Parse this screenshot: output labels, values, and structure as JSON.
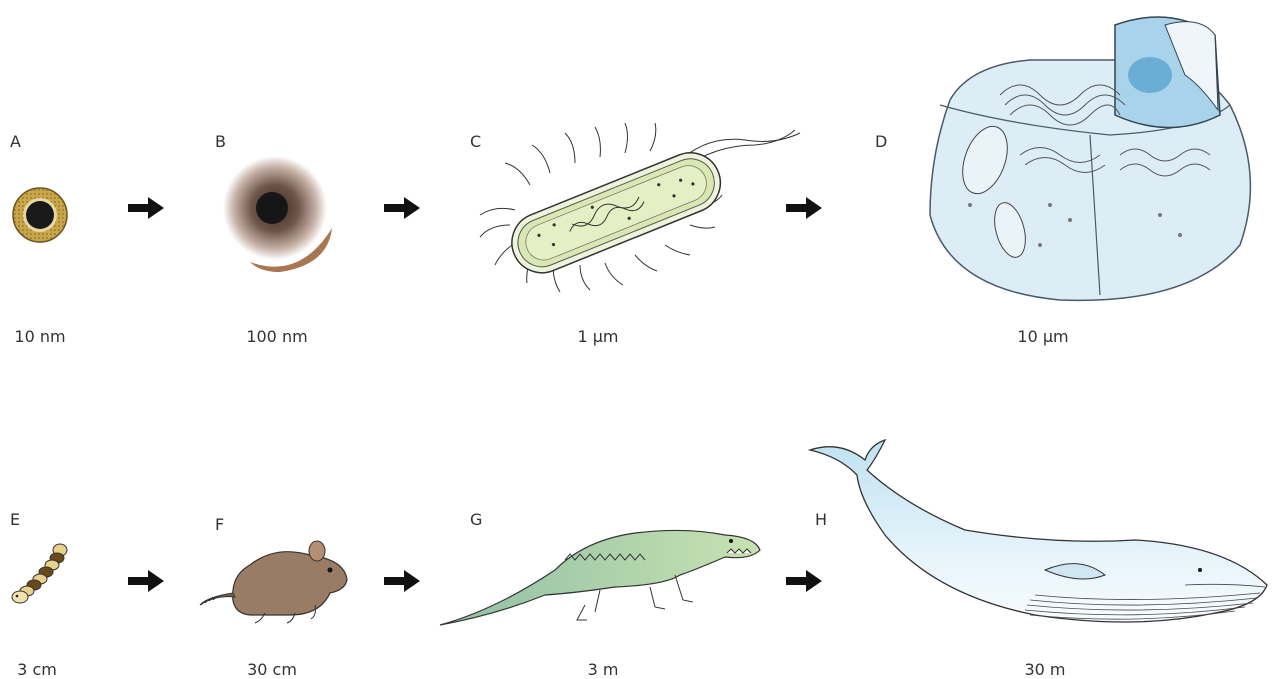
{
  "panels": [
    {
      "letter": "A",
      "scale": "10 nm",
      "subject": "virus-particle"
    },
    {
      "letter": "B",
      "scale": "100 nm",
      "subject": "large-virus"
    },
    {
      "letter": "C",
      "scale": "1 µm",
      "subject": "bacterium"
    },
    {
      "letter": "D",
      "scale": "10 µm",
      "subject": "eukaryotic-cell"
    },
    {
      "letter": "E",
      "scale": "3 cm",
      "subject": "larva"
    },
    {
      "letter": "F",
      "scale": "30 cm",
      "subject": "rodent"
    },
    {
      "letter": "G",
      "scale": "3 m",
      "subject": "crocodile"
    },
    {
      "letter": "H",
      "scale": "30 m",
      "subject": "blue-whale"
    }
  ],
  "colors": {
    "arrow": "#111111",
    "virus_shell": "#c9a64a",
    "virus_core": "#1a1a1a",
    "bacterium_fill": "#dbe8b8",
    "cell_blue": "#cfe6f2",
    "rodent_brown": "#9a7b63",
    "crocodile_green": "#a9cfa0",
    "whale_blue": "#d4ecf6"
  }
}
